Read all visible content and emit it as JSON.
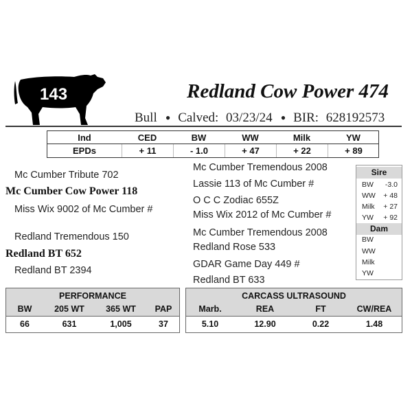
{
  "header": {
    "lot_number": "143",
    "name": "Redland Cow Power 474",
    "sex": "Bull",
    "calved_label": "Calved:",
    "calved_date": "03/23/24",
    "bir_label": "BIR:",
    "bir_number": "628192573",
    "icon": "bull-silhouette-icon"
  },
  "epd": {
    "row_label_top": "Ind",
    "row_label_bottom": "EPDs",
    "columns": [
      "CED",
      "BW",
      "WW",
      "Milk",
      "YW"
    ],
    "values": [
      "+ 11",
      "- 1.0",
      "+ 47",
      "+ 22",
      "+ 89"
    ]
  },
  "pedigree": {
    "sire_sire": "Mc Cumber Tribute 702",
    "sire": "Mc Cumber Cow Power 118",
    "sire_dam": "Miss Wix 9002 of Mc Cumber #",
    "dam_sire": "Redland Tremendous 150",
    "dam": "Redland BT 652",
    "dam_dam": "Redland BT 2394",
    "far": [
      "Mc Cumber Tremendous 2008",
      "Lassie 113 of Mc Cumber #",
      "O C C Zodiac 655Z",
      "Miss Wix 2012 of Mc Cumber #",
      "Mc Cumber Tremendous 2008",
      "Redland Rose 533",
      "GDAR Game Day 449 #",
      "Redland BT 633"
    ]
  },
  "sire_dam_box": {
    "sire_title": "Sire",
    "dam_title": "Dam",
    "labels": [
      "BW",
      "WW",
      "Milk",
      "YW"
    ],
    "sire_values": [
      "-3.0",
      "+ 48",
      "+ 27",
      "+ 92"
    ],
    "dam_values": [
      "",
      "",
      "",
      ""
    ]
  },
  "performance": {
    "title": "PERFORMANCE",
    "headers": [
      "BW",
      "205 WT",
      "365 WT",
      "PAP"
    ],
    "values": [
      "66",
      "631",
      "1,005",
      "37"
    ]
  },
  "carcass": {
    "title": "CARCASS ULTRASOUND",
    "headers": [
      "Marb.",
      "REA",
      "FT",
      "CW/REA"
    ],
    "values": [
      "5.10",
      "12.90",
      "0.22",
      "1.48"
    ]
  },
  "colors": {
    "text": "#111111",
    "header_fill": "#d9d9d9",
    "silhouette": "#000000"
  }
}
